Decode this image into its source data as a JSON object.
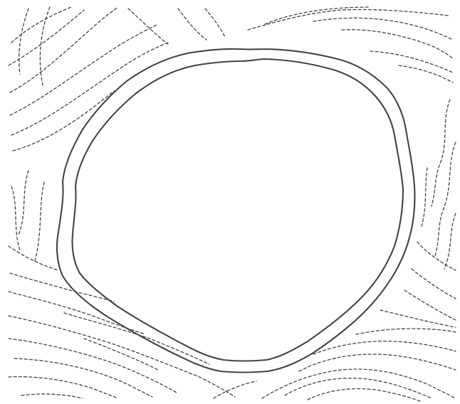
{
  "figure": {
    "background": "#ffffff",
    "line_color": "#444444",
    "elements": [
      "outer-boundary-ring",
      "inner-boundary-ring",
      "dashed-flow-lines"
    ],
    "text": []
  }
}
